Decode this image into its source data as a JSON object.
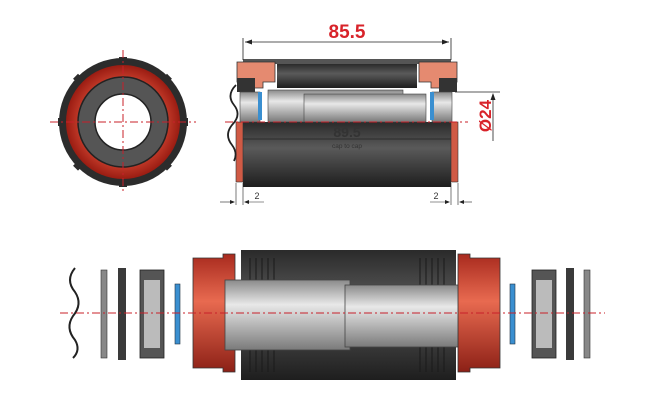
{
  "title": "Bottom bracket dimension drawing",
  "dimensions": {
    "shell_width": "85.5",
    "cap_to_cap": "89.5",
    "cap_to_cap_caption": "cap to cap",
    "axle_diameter": "Ø24",
    "left_offset": "2",
    "right_offset": "2"
  },
  "colors": {
    "accent_red": "#d8232a",
    "cup_red": "#c9402e",
    "shell_dark": "#3a3a3a",
    "axle_grey": "#b8b8b8",
    "seal_blue": "#3a8fd0"
  }
}
